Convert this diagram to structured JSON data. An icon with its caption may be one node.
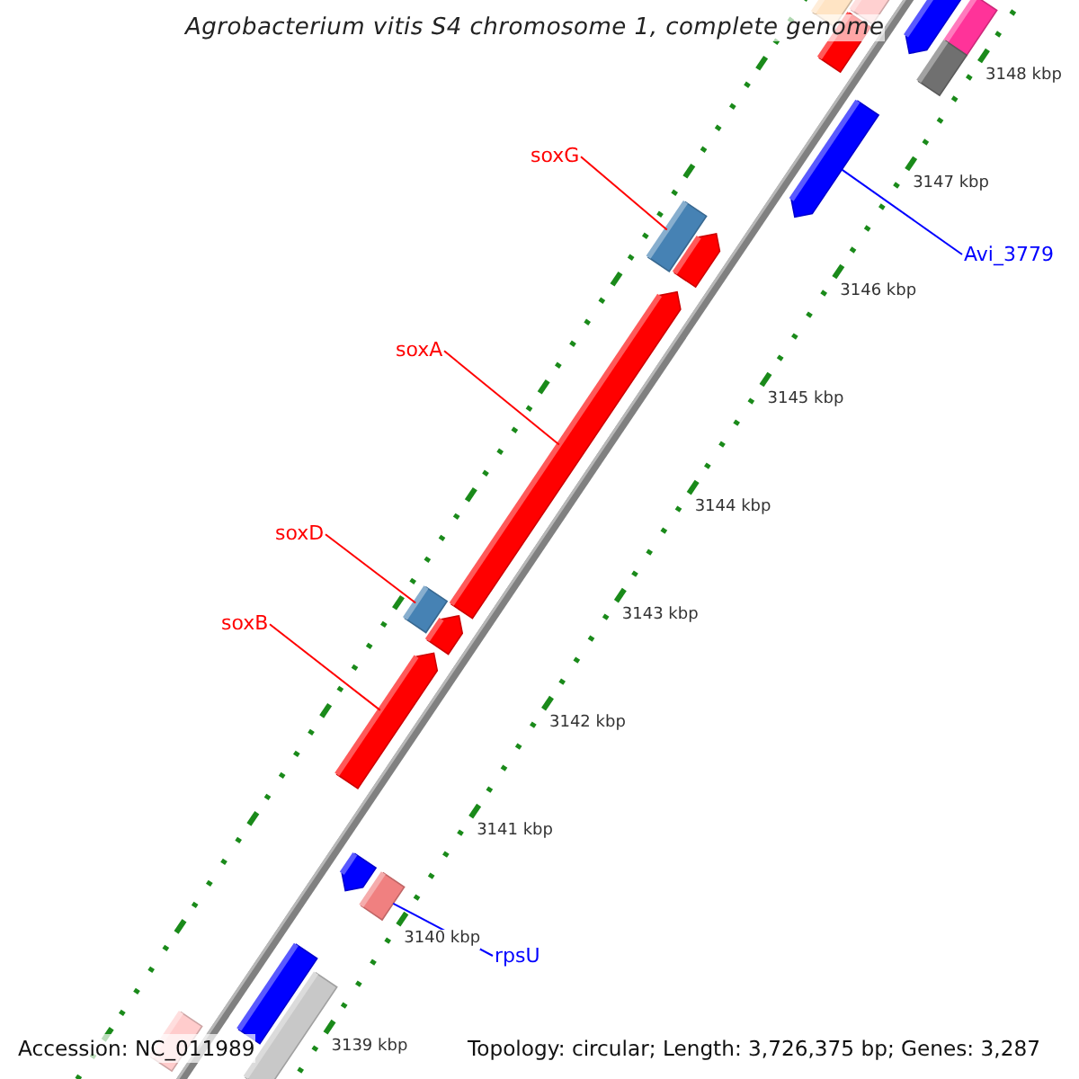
{
  "diagram": {
    "title": "Agrobacterium vitis S4 chromosome 1, complete genome",
    "nodes": [
      {
        "text": [
          "soxG"
        ]
      },
      {
        "text": [],
        "shape": "bar"
      },
      {
        "text": [
          "Avi_3779"
        ]
      },
      {
        "text": [],
        "shape": "arrow"
      },
      {
        "text": [
          "soxA"
        ]
      },
      {
        "text": [],
        "shape": "arrow"
      },
      {
        "text": [
          "soxD"
        ]
      },
      {
        "text": [],
        "shape": "bar"
      },
      {
        "text": [
          "soxB"
        ]
      },
      {
        "text": [],
        "shape": "arrow"
      },
      {
        "text": [
          "rpsU"
        ]
      },
      {
        "text": [],
        "shape": "bar"
      }
    ],
    "edges": [
      {
        "from": 0,
        "to": 1,
        "arrow": "none"
      },
      {
        "from": 2,
        "to": 3,
        "arrow": "none",
        "color": "#0000ff"
      },
      {
        "from": 4,
        "to": 5,
        "arrow": "none"
      },
      {
        "from": 6,
        "to": 7,
        "arrow": "none"
      },
      {
        "from": 8,
        "to": 9,
        "arrow": "none"
      },
      {
        "from": 10,
        "to": 11,
        "arrow": "none",
        "color": "#0000ff"
      }
    ],
    "labels": [
      "3148 kbp",
      "3147 kbp",
      "3146 kbp",
      "3145 kbp",
      "3144 kbp",
      "3143 kbp",
      "3142 kbp",
      "3141 kbp",
      "3140 kbp",
      "3139 kbp",
      "Accession: NC_011989",
      "Topology: circular; Length: 3,726,375 bp; Genes: 3,287"
    ]
  }
}
